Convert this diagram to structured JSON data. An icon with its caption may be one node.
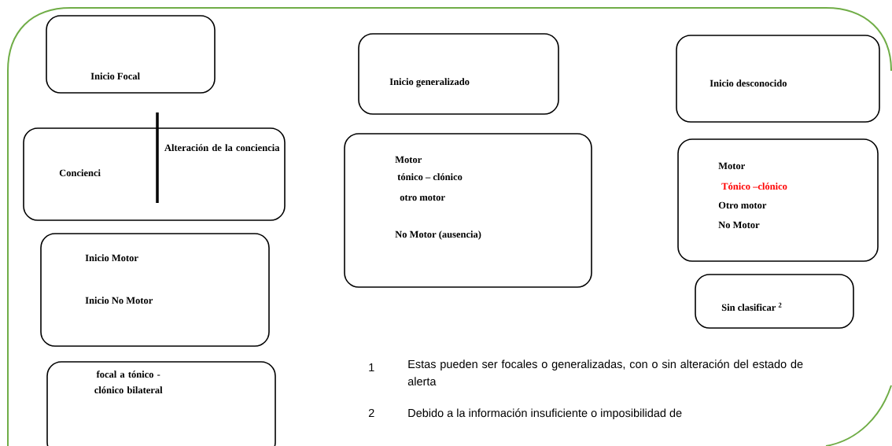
{
  "diagram": {
    "nodes": [
      {
        "text": [
          "Inicio Focal"
        ]
      },
      {
        "text": [
          "Concienci",
          "Alteración de la conciencia"
        ]
      },
      {
        "text": [
          "Inicio Motor",
          "Inicio No Motor"
        ]
      },
      {
        "text": [
          "focal a tónico - clónico bilateral"
        ]
      },
      {
        "text": [
          "Inicio generalizado"
        ]
      },
      {
        "text": [
          "Motor",
          "tónico – clónico",
          "otro motor",
          "No Motor (ausencia)"
        ]
      },
      {
        "text": [
          "Inicio desconocido"
        ]
      },
      {
        "text": [
          "Motor",
          "Tónico –clónico",
          "Otro motor",
          "No Motor"
        ]
      },
      {
        "text": [
          "Sin clasificar $^{2}$"
        ]
      }
    ],
    "edges": [],
    "labels": [
      "1",
      "Estas pueden ser focales o generalizadas, con o sin alteración del estado de alerta",
      "2",
      "Debido a la información insuficiente o imposibilidad de"
    ]
  }
}
